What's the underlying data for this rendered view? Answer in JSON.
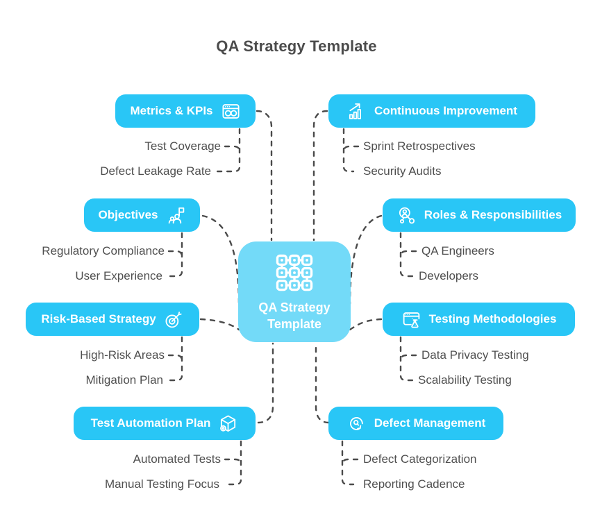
{
  "title": "QA Strategy Template",
  "center": {
    "label": "QA Strategy Template",
    "icon": "grid-network-icon"
  },
  "colors": {
    "node_fill": "#29c6f6",
    "center_fill": "#73daf8",
    "node_text": "#ffffff",
    "leaf_text": "#4f4f4f",
    "connector": "#4a4a4a",
    "title_text": "#4c4c4c"
  },
  "branches": [
    {
      "label": "Metrics & KPIs",
      "icon": "dashboard-counter-icon",
      "side": "left",
      "items": [
        "Test Coverage",
        "Defect Leakage Rate"
      ]
    },
    {
      "label": "Continuous Improvement",
      "icon": "growth-chart-icon",
      "side": "right",
      "items": [
        "Sprint Retrospectives",
        "Security Audits"
      ]
    },
    {
      "label": "Objectives",
      "icon": "leader-flag-icon",
      "side": "left",
      "items": [
        "Regulatory Compliance",
        "User Experience"
      ]
    },
    {
      "label": "Roles & Responsibilities",
      "icon": "person-network-icon",
      "side": "right",
      "items": [
        "QA Engineers",
        "Developers"
      ]
    },
    {
      "label": "Risk-Based Strategy",
      "icon": "target-dart-icon",
      "side": "left",
      "items": [
        "High-Risk Areas",
        "Mitigation Plan"
      ]
    },
    {
      "label": "Testing Methodologies",
      "icon": "browser-flask-icon",
      "side": "right",
      "items": [
        "Data Privacy Testing",
        "Scalability Testing"
      ]
    },
    {
      "label": "Test Automation Plan",
      "icon": "cube-gear-icon",
      "side": "left",
      "items": [
        "Automated Tests",
        "Manual Testing Focus"
      ]
    },
    {
      "label": "Defect Management",
      "icon": "refresh-bug-icon",
      "side": "right",
      "items": [
        "Defect Categorization",
        "Reporting Cadence"
      ]
    }
  ]
}
